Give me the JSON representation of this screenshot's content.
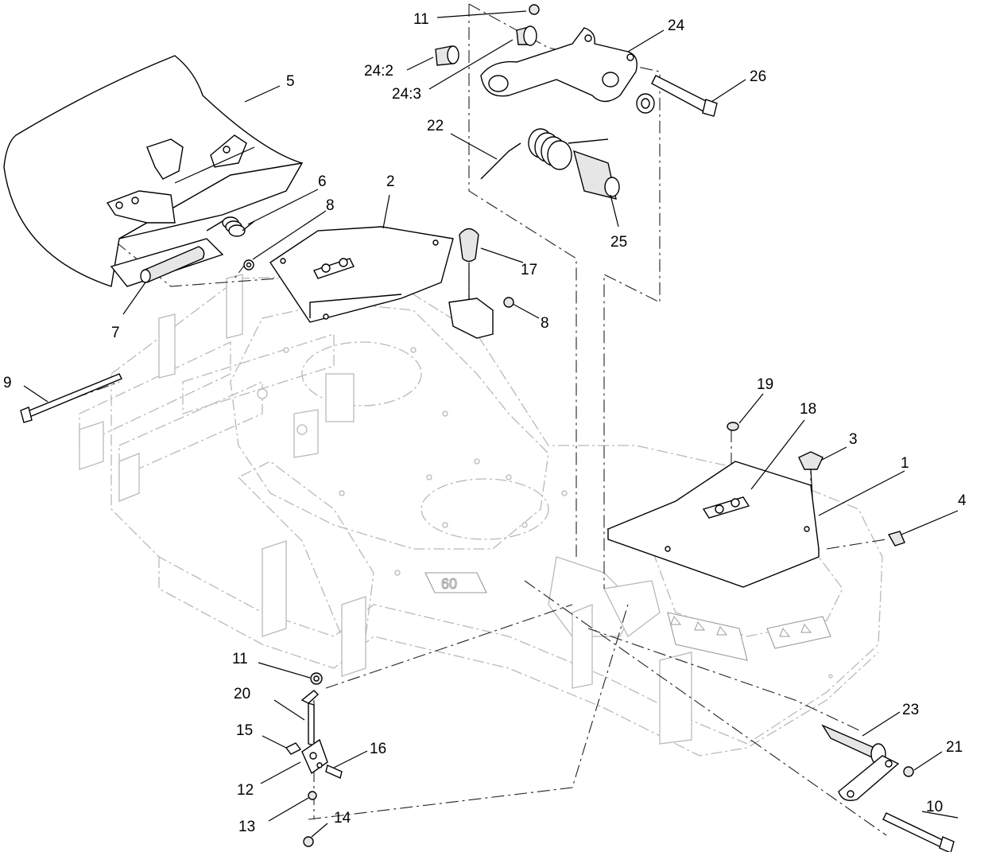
{
  "callouts": [
    {
      "id": "c1",
      "text": "1"
    },
    {
      "id": "c2",
      "text": "2"
    },
    {
      "id": "c3",
      "text": "3"
    },
    {
      "id": "c4",
      "text": "4"
    },
    {
      "id": "c5",
      "text": "5"
    },
    {
      "id": "c6",
      "text": "6"
    },
    {
      "id": "c7",
      "text": "7"
    },
    {
      "id": "c8a",
      "text": "8"
    },
    {
      "id": "c8b",
      "text": "8"
    },
    {
      "id": "c9",
      "text": "9"
    },
    {
      "id": "c10",
      "text": "10"
    },
    {
      "id": "c11a",
      "text": "11"
    },
    {
      "id": "c11b",
      "text": "11"
    },
    {
      "id": "c12",
      "text": "12"
    },
    {
      "id": "c13",
      "text": "13"
    },
    {
      "id": "c14",
      "text": "14"
    },
    {
      "id": "c15",
      "text": "15"
    },
    {
      "id": "c16",
      "text": "16"
    },
    {
      "id": "c17",
      "text": "17"
    },
    {
      "id": "c18",
      "text": "18"
    },
    {
      "id": "c19",
      "text": "19"
    },
    {
      "id": "c20",
      "text": "20"
    },
    {
      "id": "c21",
      "text": "21"
    },
    {
      "id": "c22",
      "text": "22"
    },
    {
      "id": "c23",
      "text": "23"
    },
    {
      "id": "c24",
      "text": "24"
    },
    {
      "id": "c24_2",
      "text": "24:2"
    },
    {
      "id": "c24_3",
      "text": "24:3"
    },
    {
      "id": "c25",
      "text": "25"
    },
    {
      "id": "c26",
      "text": "26"
    }
  ],
  "deck_decal": {
    "text": "60"
  },
  "colors": {
    "line": "#000000",
    "ghost": "#b9b9b9",
    "background": "#ffffff"
  }
}
